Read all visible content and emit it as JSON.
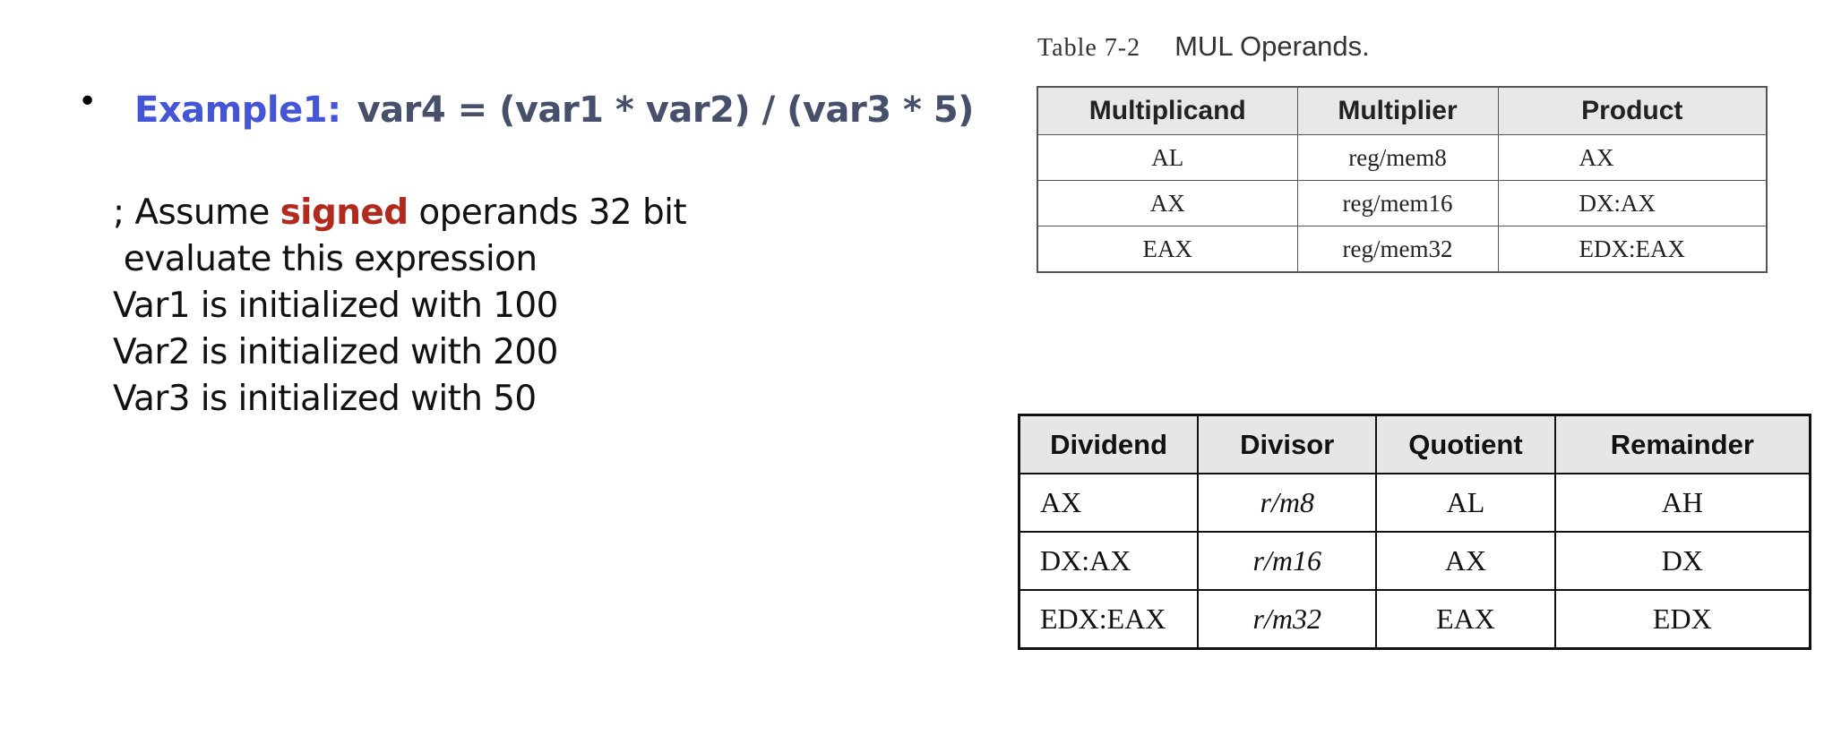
{
  "left": {
    "bullet": "•",
    "example_label": "Example1:",
    "example_expr": "var4 = (var1 * var2) / (var3 * 5)",
    "assume_prefix": "; Assume ",
    "assume_highlight": "signed",
    "assume_suffix": " operands 32 bit",
    "lines": [
      " evaluate this expression",
      "Var1 is initialized with 100",
      "Var2 is initialized with 200",
      "Var3 is initialized with 50"
    ],
    "colors": {
      "label": "#4455d6",
      "expr": "#46506a",
      "highlight": "#b12a1e"
    }
  },
  "mul_table": {
    "caption_number": "Table 7-2",
    "caption_title": "MUL Operands.",
    "headers": [
      "Multiplicand",
      "Multiplier",
      "Product"
    ],
    "rows": [
      [
        "AL",
        "reg/mem8",
        "AX"
      ],
      [
        "AX",
        "reg/mem16",
        "DX:AX"
      ],
      [
        "EAX",
        "reg/mem32",
        "EDX:EAX"
      ]
    ]
  },
  "div_table": {
    "headers": [
      "Dividend",
      "Divisor",
      "Quotient",
      "Remainder"
    ],
    "rows": [
      [
        "AX",
        "r/m8",
        "AL",
        "AH"
      ],
      [
        "DX:AX",
        "r/m16",
        "AX",
        "DX"
      ],
      [
        "EDX:EAX",
        "r/m32",
        "EAX",
        "EDX"
      ]
    ]
  }
}
